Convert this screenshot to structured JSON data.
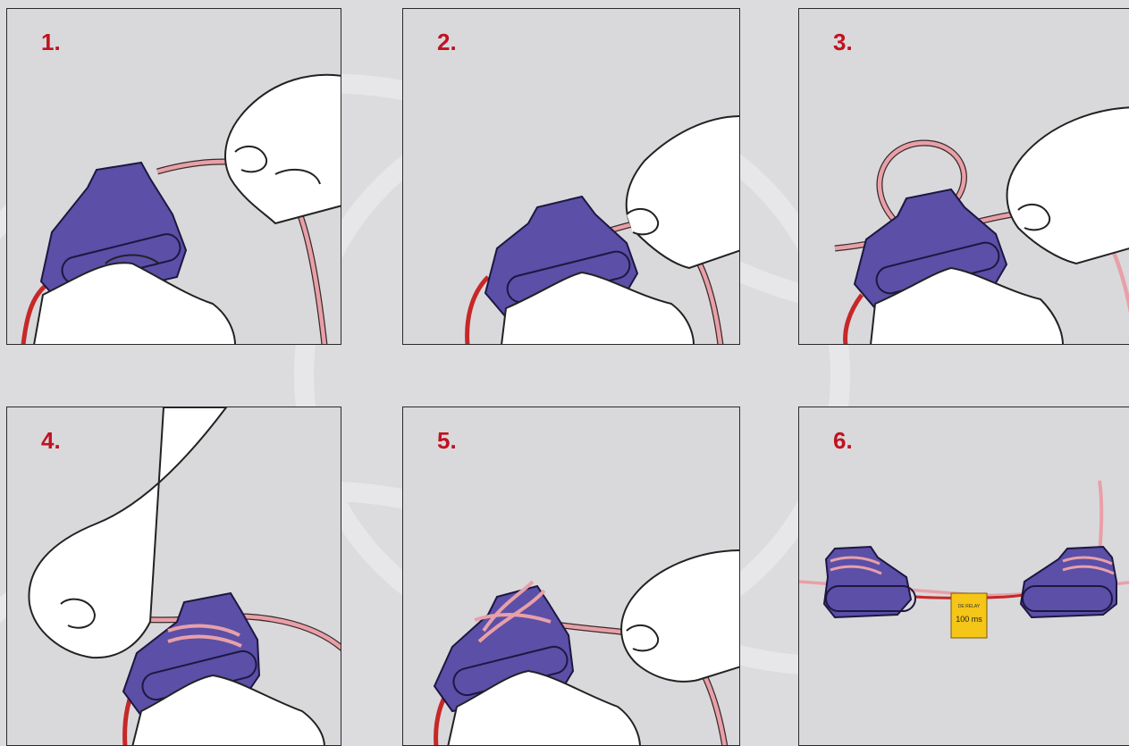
{
  "steps": [
    {
      "number": "1."
    },
    {
      "number": "2."
    },
    {
      "number": "3."
    },
    {
      "number": "4."
    },
    {
      "number": "5."
    },
    {
      "number": "6."
    }
  ],
  "detonator_tag": {
    "line1": "DE RELAY",
    "line2": "100 ms"
  },
  "colors": {
    "step_number": "#c1121f",
    "connector_body": "#5b4fa8",
    "cord": "#e8a0a8",
    "lead_wire": "#c62828",
    "tag": "#f5c518"
  }
}
